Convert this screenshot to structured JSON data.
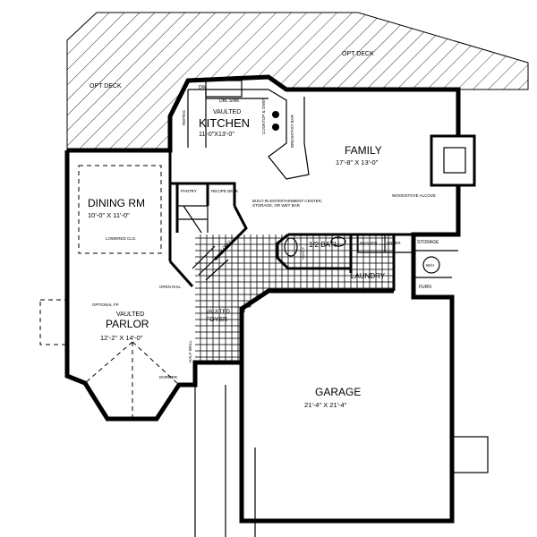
{
  "plan": {
    "decks": {
      "left": "OPT DECK",
      "right": "OPT DECK"
    },
    "kitchen": {
      "prefix": "VAULTED",
      "name": "KITCHEN",
      "size": "11'-0\"X13'-0\"",
      "dw": "DW",
      "sink": "DBL SINK",
      "refrig": "REFRIG",
      "cooktop": "COOKTOP & OVEN",
      "bar": "BREAKFAST BAR"
    },
    "family": {
      "name": "FAMILY",
      "size": "17'-8\" X 13'-0\"",
      "woodstove": "WOODSTOVE ALCOVE"
    },
    "dining": {
      "name": "DINING RM",
      "size": "10'-0\" X 11'-0\"",
      "ceiling": "LOWERED CLG."
    },
    "pantry": "PANTRY",
    "recipe_desk": "RECIPE DESK",
    "entertainment": "BUILT-IN ENTERTAINMENT CENTER, STORAGE, OR WET BAR",
    "closet": "CLOSET",
    "bath": {
      "name": "1/2 BATH",
      "vanity": "VANITY"
    },
    "washer": "WASHER",
    "dryer": "DRYER",
    "storage": "STORAGE",
    "wh": "W/H",
    "furn": "FURN",
    "laundry": "LAUNDRY",
    "open_rail": "OPEN RAIL",
    "foyer": {
      "prefix": "VAULTED",
      "name": "FOYER"
    },
    "half_wall": "HALF WALL",
    "parlor": {
      "prefix": "VAULTED",
      "name": "PARLOR",
      "size": "12'-2\" X 14'-0\"",
      "fireplace": "OPTIONAL FP",
      "dormer": "DORMER"
    },
    "garage": {
      "name": "GARAGE",
      "size": "21'-4\" X 21'-4\""
    }
  }
}
